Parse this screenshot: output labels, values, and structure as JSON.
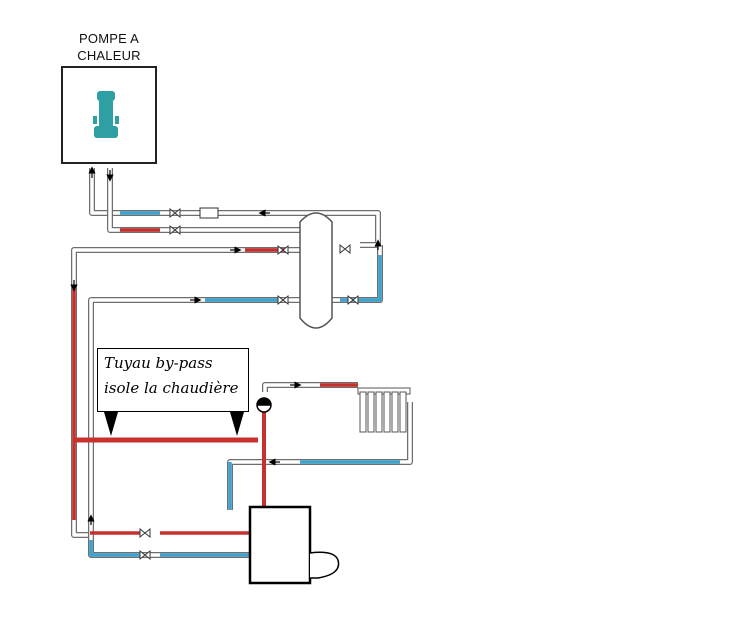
{
  "heat_pump": {
    "title_line1": "POMPE A",
    "title_line2": "CHALEUR"
  },
  "bypass_note": {
    "line1": "Tuyau by-pass",
    "line2": "isole la chaudière"
  },
  "colors": {
    "hot_pipe": "#c8302e",
    "cold_pipe": "#3fa3cf",
    "neutral_pipe": "#ffffff",
    "pipe_outline": "#6e6e6e",
    "pump_teal": "#2e9fa3",
    "arrow": "#000000"
  },
  "icons": [
    "heat-pump-unit-icon",
    "valve-icon",
    "circulator-pump-icon",
    "radiator-icon",
    "boiler-icon",
    "buffer-tank-icon",
    "flow-arrow-icon"
  ]
}
